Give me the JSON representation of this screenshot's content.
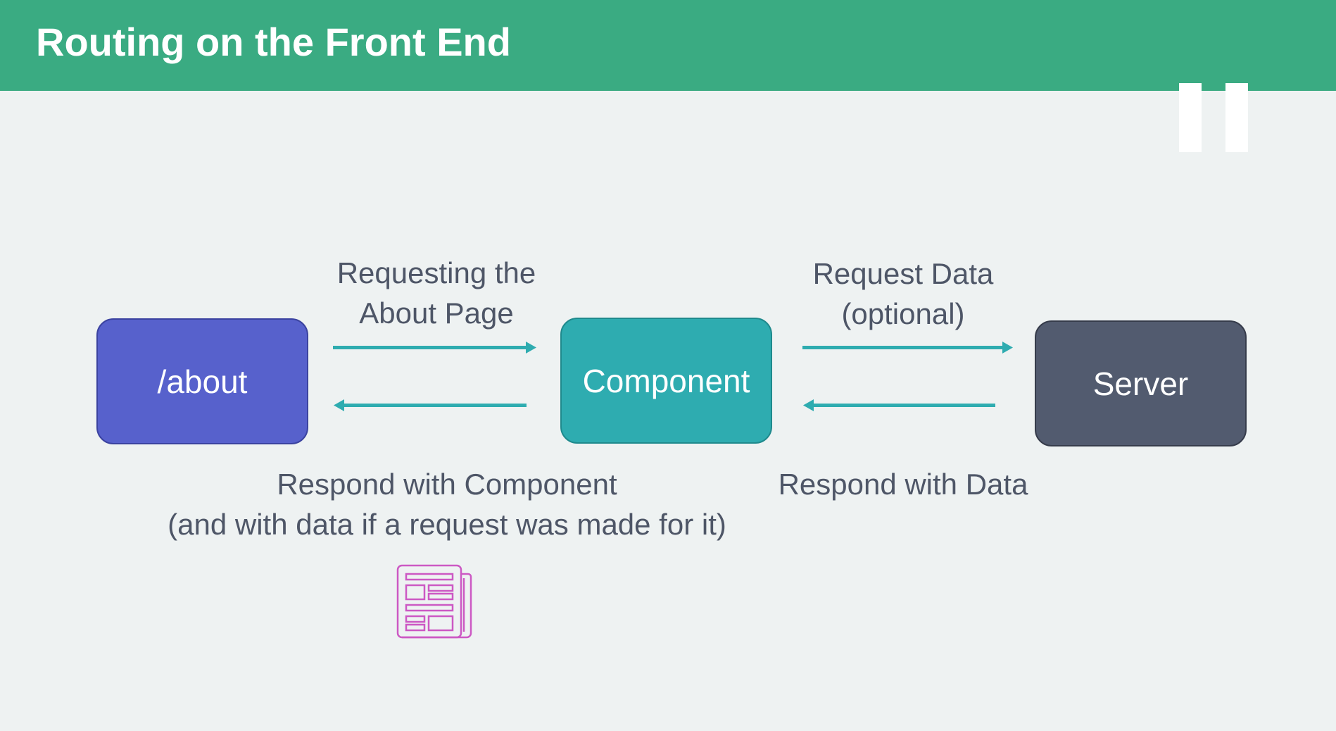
{
  "slide": {
    "title": "Routing on the Front End"
  },
  "nodes": {
    "about": "/about",
    "component": "Component",
    "server": "Server"
  },
  "edges": {
    "request_page": {
      "line1": "Requesting the",
      "line2": "About Page"
    },
    "respond_component": {
      "line1": "Respond with Component",
      "line2": "(and with data if a request was made for it)"
    },
    "request_data": {
      "line1": "Request Data",
      "line2": "(optional)"
    },
    "respond_data": "Respond with Data"
  },
  "icons": {
    "pause": "pause-icon",
    "document": "newspaper-icon"
  },
  "colors": {
    "header": "#3aab82",
    "background": "#eef2f2",
    "about_box": "#5761cc",
    "component_box": "#2eacb0",
    "server_box": "#525b6f",
    "arrow": "#2eacb0",
    "label_text": "#4e5667",
    "document_icon": "#cc59c4"
  }
}
